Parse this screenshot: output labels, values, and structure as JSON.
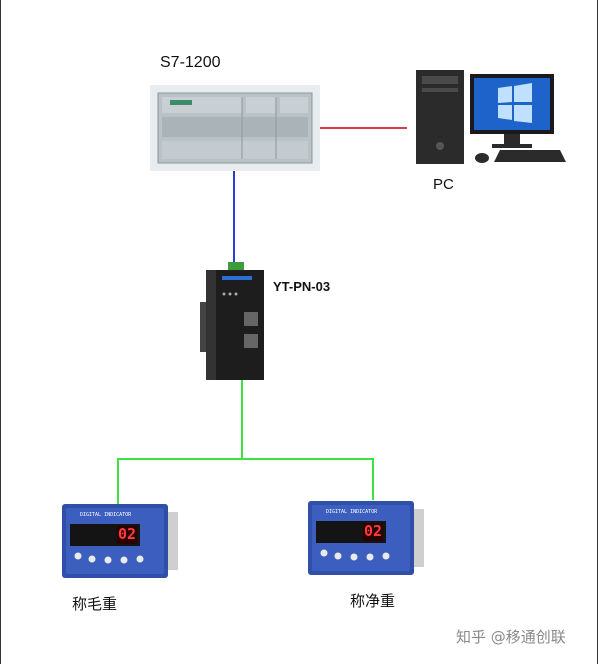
{
  "diagram": {
    "plc": {
      "label": "S7-1200"
    },
    "pc": {
      "label": "PC"
    },
    "gateway": {
      "label": "YT-PN-03"
    },
    "indicators": [
      {
        "label": "称毛重",
        "display": "02"
      },
      {
        "label": "称净重",
        "display": "02"
      }
    ],
    "indicator_header": "DIGITAL INDICATOR",
    "links": [
      {
        "from": "plc",
        "to": "pc",
        "color": "#e03a4a"
      },
      {
        "from": "plc",
        "to": "gateway",
        "color": "#2a3fd1"
      },
      {
        "from": "gateway",
        "to": "indicators",
        "color": "#3ee23e"
      }
    ]
  },
  "watermark": "知乎 @移通创联"
}
